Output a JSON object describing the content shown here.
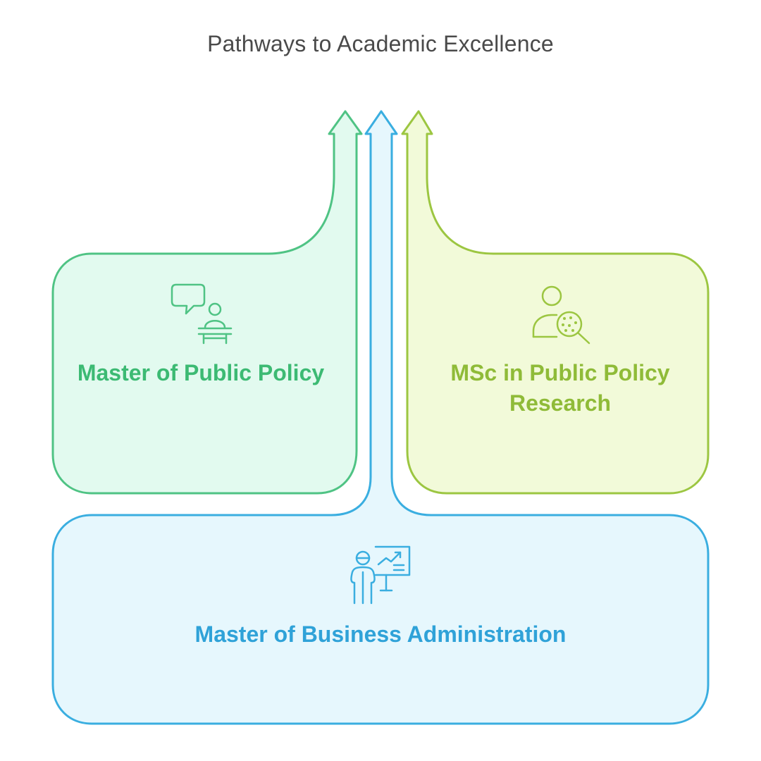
{
  "title": "Pathways to Academic Excellence",
  "nodes": {
    "public_policy": {
      "label": "Master of Public Policy",
      "icon": "speaker-at-podium-icon",
      "stroke": "#4fc384",
      "fill": "#e2faef",
      "text_color": "#3cba73"
    },
    "policy_research": {
      "label": "MSc in Public Policy Research",
      "icon": "person-magnifier-research-icon",
      "stroke": "#9cc641",
      "fill": "#f2fad9",
      "text_color": "#8fbb38"
    },
    "business_admin": {
      "label": "Master of Business Administration",
      "icon": "presenter-chart-board-icon",
      "stroke": "#3aaee0",
      "fill": "#e6f7fd",
      "text_color": "#2fa2d8"
    }
  }
}
